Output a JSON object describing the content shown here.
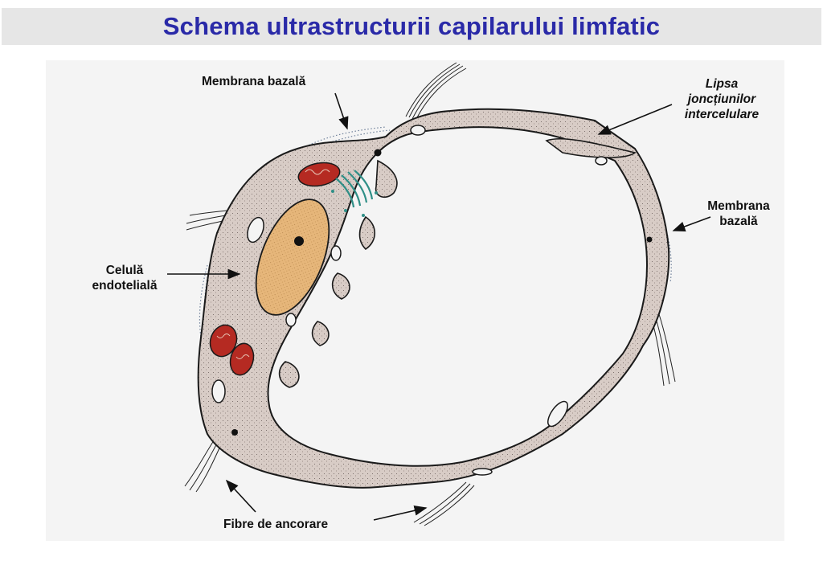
{
  "title": "Schema ultrastructurii capilarului limfatic",
  "labels": {
    "membrana_bazala_top": "Membrana bazală",
    "lipsa_line1": "Lipsa",
    "lipsa_line2": "joncțiunilor",
    "lipsa_line3": "intercelulare",
    "membrana_bazala_right_line1": "Membrana",
    "membrana_bazala_right_line2": "bazală",
    "celula_line1": "Celulă",
    "celula_line2": "endotelială",
    "fibre": "Fibre de ancorare"
  },
  "colors": {
    "title": "#2a2aa8",
    "cytoplasm": "#d8ccc6",
    "outline": "#1a1a1a",
    "nucleus": "#e8b87a",
    "mitochondria": "#b52a22",
    "golgi": "#2f8f87",
    "basal_membrane": "#5a6f8c",
    "panel": "#f4f4f4"
  }
}
